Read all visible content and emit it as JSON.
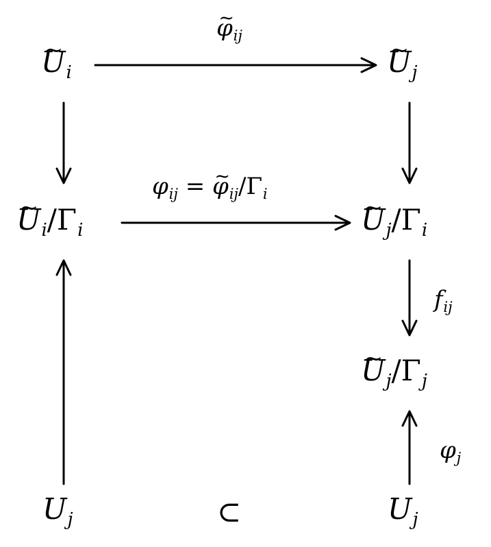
{
  "nodes": {
    "ui_tilde": {
      "base": "U",
      "tilde": "~",
      "sub": "i",
      "slash": "",
      "group": "",
      "group_sub": ""
    },
    "uj_tilde": {
      "base": "U",
      "tilde": "~",
      "sub": "j",
      "slash": "",
      "group": "",
      "group_sub": ""
    },
    "ui_mod_gi": {
      "base": "U",
      "tilde": "~",
      "sub": "i",
      "slash": "/",
      "group": "Γ",
      "group_sub": "i"
    },
    "uj_mod_gi": {
      "base": "U",
      "tilde": "~",
      "sub": "j",
      "slash": "/",
      "group": "Γ",
      "group_sub": "i"
    },
    "uj_mod_gj": {
      "base": "U",
      "tilde": "~",
      "sub": "j",
      "slash": "/",
      "group": "Γ",
      "group_sub": "j"
    },
    "uj_bottom_left": {
      "base": "U",
      "sub": "j"
    },
    "uj_bottom_right": {
      "base": "U",
      "sub": "j"
    },
    "subset_symbol": "⊂"
  },
  "labels": {
    "phi_tilde_ij": {
      "symbol": "φ",
      "tilde": "~",
      "sub": "ij"
    },
    "phi_ij_eq": {
      "lhs_symbol": "φ",
      "lhs_sub": "ij",
      "equals": "=",
      "rhs_symbol": "φ",
      "rhs_tilde": "~",
      "rhs_sub": "ij",
      "slash": "/",
      "group": "Γ",
      "group_sub": "i"
    },
    "f_ij": {
      "symbol": "f",
      "sub": "ij"
    },
    "phi_j": {
      "symbol": "φ",
      "sub": "j"
    }
  },
  "colors": {
    "ink": "#000000",
    "background": "#ffffff"
  }
}
